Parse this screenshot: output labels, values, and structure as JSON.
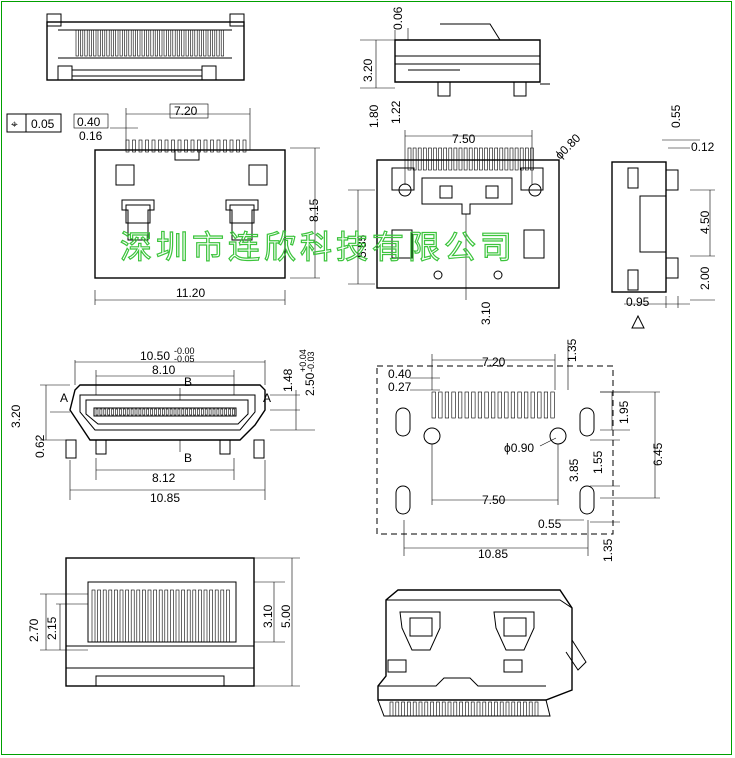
{
  "tolerance": {
    "symbol": "⌖",
    "value": "0.05"
  },
  "view_top_front": {
    "dims": [
      "7.20",
      "0.40",
      "0.16",
      "8.15",
      "11.20"
    ]
  },
  "view_side_small": {
    "dims": [
      "0.06",
      "3.20",
      "1.80",
      "1.22"
    ]
  },
  "view_rear": {
    "dims": [
      "7.50",
      "ϕ0.80",
      "5.85",
      "3.10"
    ]
  },
  "view_right": {
    "dims": [
      "0.55",
      "0.12",
      "4.50",
      "2.00",
      "0.95"
    ]
  },
  "view_front_opening": {
    "dims": [
      "10.50",
      "8.10",
      "B",
      "A",
      "A",
      "1.48",
      "2.50",
      "3.20",
      "0.62",
      "B",
      "8.12",
      "10.85"
    ],
    "tol_1050_top": "-0.00",
    "tol_1050_bot": "-0.05",
    "tol_250_top": "+0.04",
    "tol_250_bot": "-0.03"
  },
  "view_pcb_layout": {
    "dims": [
      "7.20",
      "1.35",
      "0.40",
      "0.27",
      "1.95",
      "ϕ0.90",
      "6.45",
      "1.55",
      "3.85",
      "7.50",
      "0.55",
      "10.85",
      "1.35"
    ]
  },
  "view_bottom": {
    "dims": [
      "2.70",
      "2.15",
      "3.10",
      "5.00"
    ]
  },
  "watermark": "深圳市连欣科技有限公司"
}
